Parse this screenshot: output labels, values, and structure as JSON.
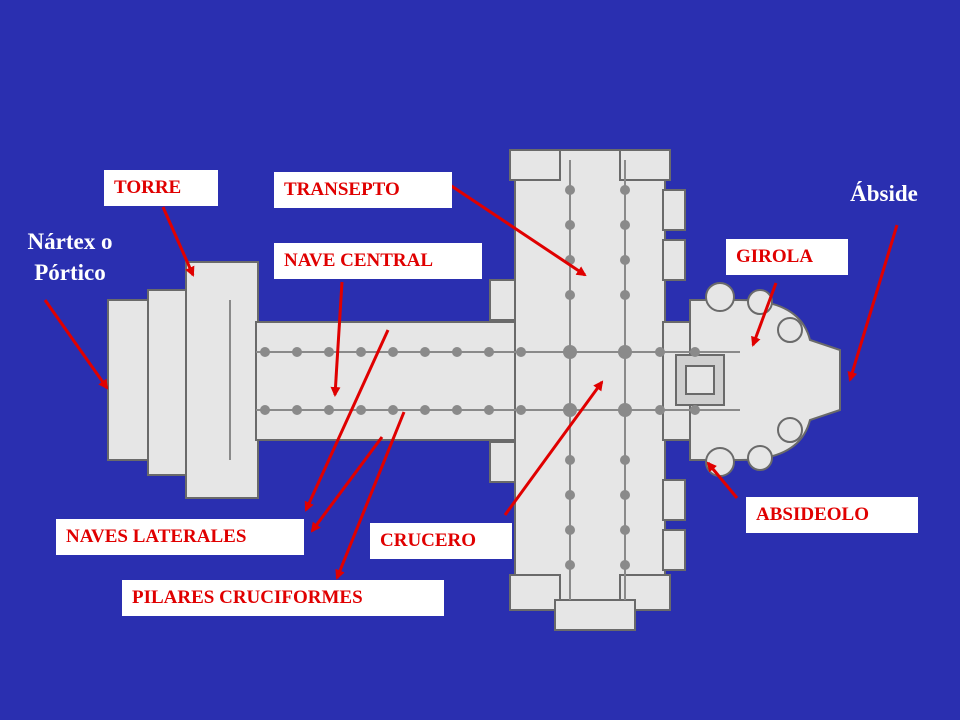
{
  "colors": {
    "background": "#2a2fb0",
    "arrow": "#e00000",
    "label_bg": "#ffffff",
    "label_text": "#e00000",
    "plan_fill": "#e6e6e6",
    "plan_stroke": "#6a6a6a"
  },
  "labels": {
    "torre": "TORRE",
    "transepto": "TRANSEPTO",
    "abside": "Ábside",
    "nartex_line1": "Nártex o",
    "nartex_line2": "Pórtico",
    "nave_central": "NAVE CENTRAL",
    "girola": "GIROLA",
    "absideolo": "ABSIDEOLO",
    "naves_laterales": "NAVES LATERALES",
    "crucero": "CRUCERO",
    "pilares_cruciformes": "PILARES CRUCIFORMES"
  }
}
